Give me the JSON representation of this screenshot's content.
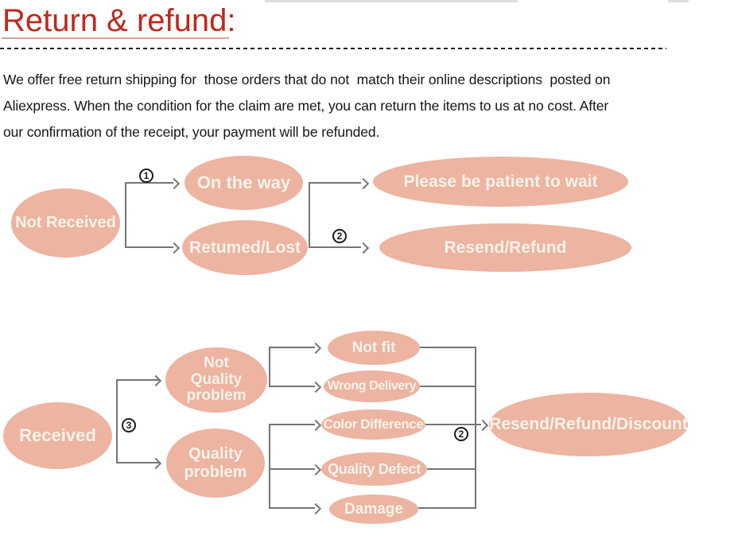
{
  "header": {
    "title": "Return & refund:"
  },
  "intro": {
    "line1": "We offer free return shipping for  those orders that do not  match their online descriptions  posted on",
    "line2": "Aliexpress. When the condition for the claim are met, you can return the items to us at no cost. After",
    "line3": "our confirmation of the receipt, your payment will be refunded."
  },
  "flow1": {
    "not_received": "Not Received",
    "step1": "1",
    "on_the_way": "On the way",
    "returned_lost": "Retumed/Lost",
    "step2": "2",
    "please_wait": "Please be patient to wait",
    "resend_refund": "Resend/Refund"
  },
  "flow2": {
    "received": "Received",
    "step3": "3",
    "not_quality_problem": "Not\nQuality\nproblem",
    "quality_problem": "Quality\nproblem",
    "not_fit": "Not fit",
    "wrong_delivery": "Wrong Delivery",
    "color_difference": "Color Difference",
    "quality_defect": "Quality Defect",
    "damage": "Damage",
    "step2": "2",
    "resend_refund_discount": "Resend/Refund/Discount"
  },
  "colors": {
    "title_red": "#c0281c",
    "ellipse_fill": "#ecb4a1",
    "ellipse_text": "#f8f2e9",
    "connector_gray": "#757575",
    "body_text": "#151515"
  }
}
